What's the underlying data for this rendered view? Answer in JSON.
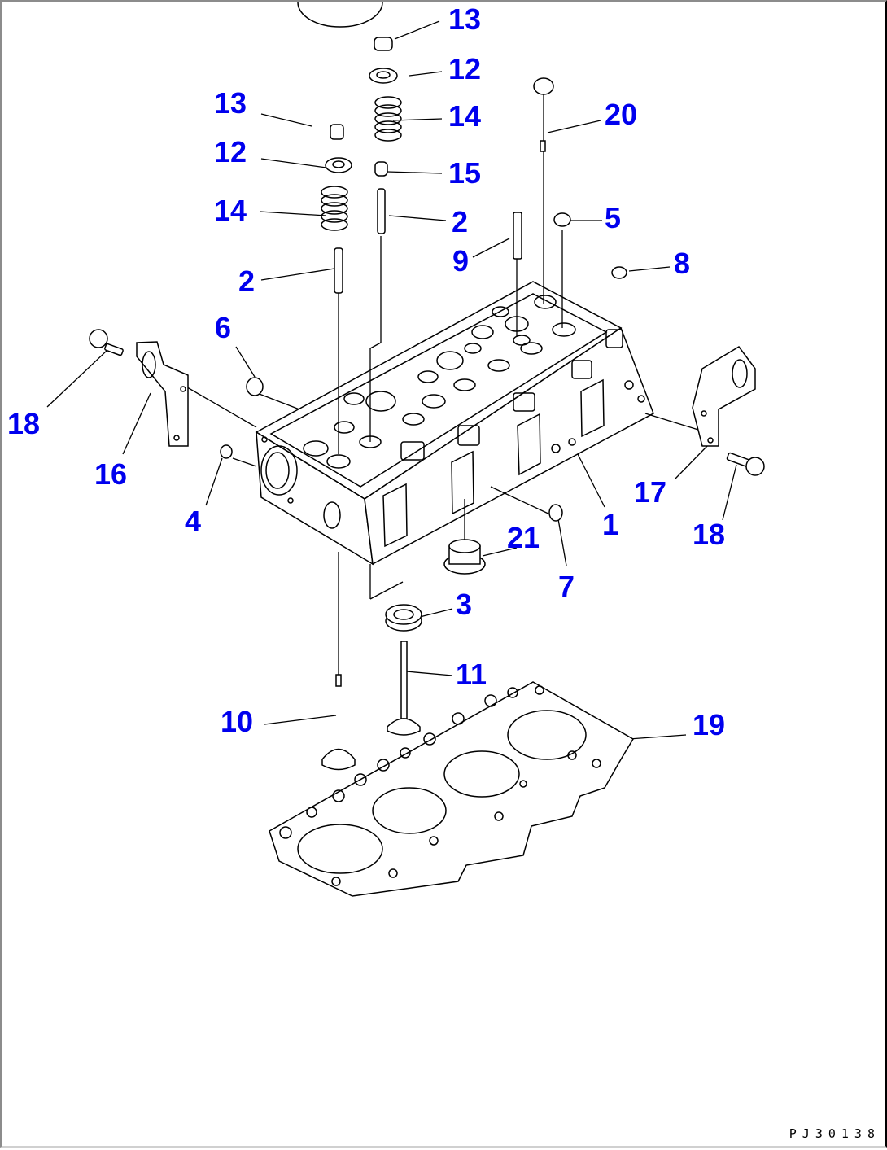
{
  "drawing": {
    "type": "exploded-parts-diagram",
    "subject": "Cylinder head assembly",
    "drawing_code": "PJ30138",
    "label_color": "#0000ee",
    "line_color": "#000000",
    "callouts": [
      {
        "id": "c13a",
        "label": "13"
      },
      {
        "id": "c12a",
        "label": "12"
      },
      {
        "id": "c14a",
        "label": "14"
      },
      {
        "id": "c15",
        "label": "15"
      },
      {
        "id": "c2a",
        "label": "2"
      },
      {
        "id": "c20",
        "label": "20"
      },
      {
        "id": "c5",
        "label": "5"
      },
      {
        "id": "c9",
        "label": "9"
      },
      {
        "id": "c8",
        "label": "8"
      },
      {
        "id": "c13b",
        "label": "13"
      },
      {
        "id": "c12b",
        "label": "12"
      },
      {
        "id": "c14b",
        "label": "14"
      },
      {
        "id": "c2b",
        "label": "2"
      },
      {
        "id": "c6",
        "label": "6"
      },
      {
        "id": "c18a",
        "label": "18"
      },
      {
        "id": "c16",
        "label": "16"
      },
      {
        "id": "c4",
        "label": "4"
      },
      {
        "id": "c1",
        "label": "1"
      },
      {
        "id": "c17",
        "label": "17"
      },
      {
        "id": "c18b",
        "label": "18"
      },
      {
        "id": "c21",
        "label": "21"
      },
      {
        "id": "c7",
        "label": "7"
      },
      {
        "id": "c3",
        "label": "3"
      },
      {
        "id": "c11",
        "label": "11"
      },
      {
        "id": "c10",
        "label": "10"
      },
      {
        "id": "c19",
        "label": "19"
      }
    ],
    "parts": [
      {
        "no": "1",
        "name": "cylinder-head"
      },
      {
        "no": "2",
        "name": "valve-guide"
      },
      {
        "no": "3",
        "name": "valve-seat-insert"
      },
      {
        "no": "4",
        "name": "plug"
      },
      {
        "no": "5",
        "name": "plug"
      },
      {
        "no": "6",
        "name": "plug"
      },
      {
        "no": "7",
        "name": "plug"
      },
      {
        "no": "8",
        "name": "plug"
      },
      {
        "no": "9",
        "name": "pin"
      },
      {
        "no": "10",
        "name": "intake-valve"
      },
      {
        "no": "11",
        "name": "exhaust-valve"
      },
      {
        "no": "12",
        "name": "spring-retainer"
      },
      {
        "no": "13",
        "name": "valve-cotter"
      },
      {
        "no": "14",
        "name": "valve-spring"
      },
      {
        "no": "15",
        "name": "valve-stem-seal"
      },
      {
        "no": "16",
        "name": "engine-hanger-front"
      },
      {
        "no": "17",
        "name": "engine-hanger-rear"
      },
      {
        "no": "18",
        "name": "bolt"
      },
      {
        "no": "19",
        "name": "head-gasket"
      },
      {
        "no": "20",
        "name": "head-bolt"
      },
      {
        "no": "21",
        "name": "injector-sleeve"
      }
    ]
  }
}
